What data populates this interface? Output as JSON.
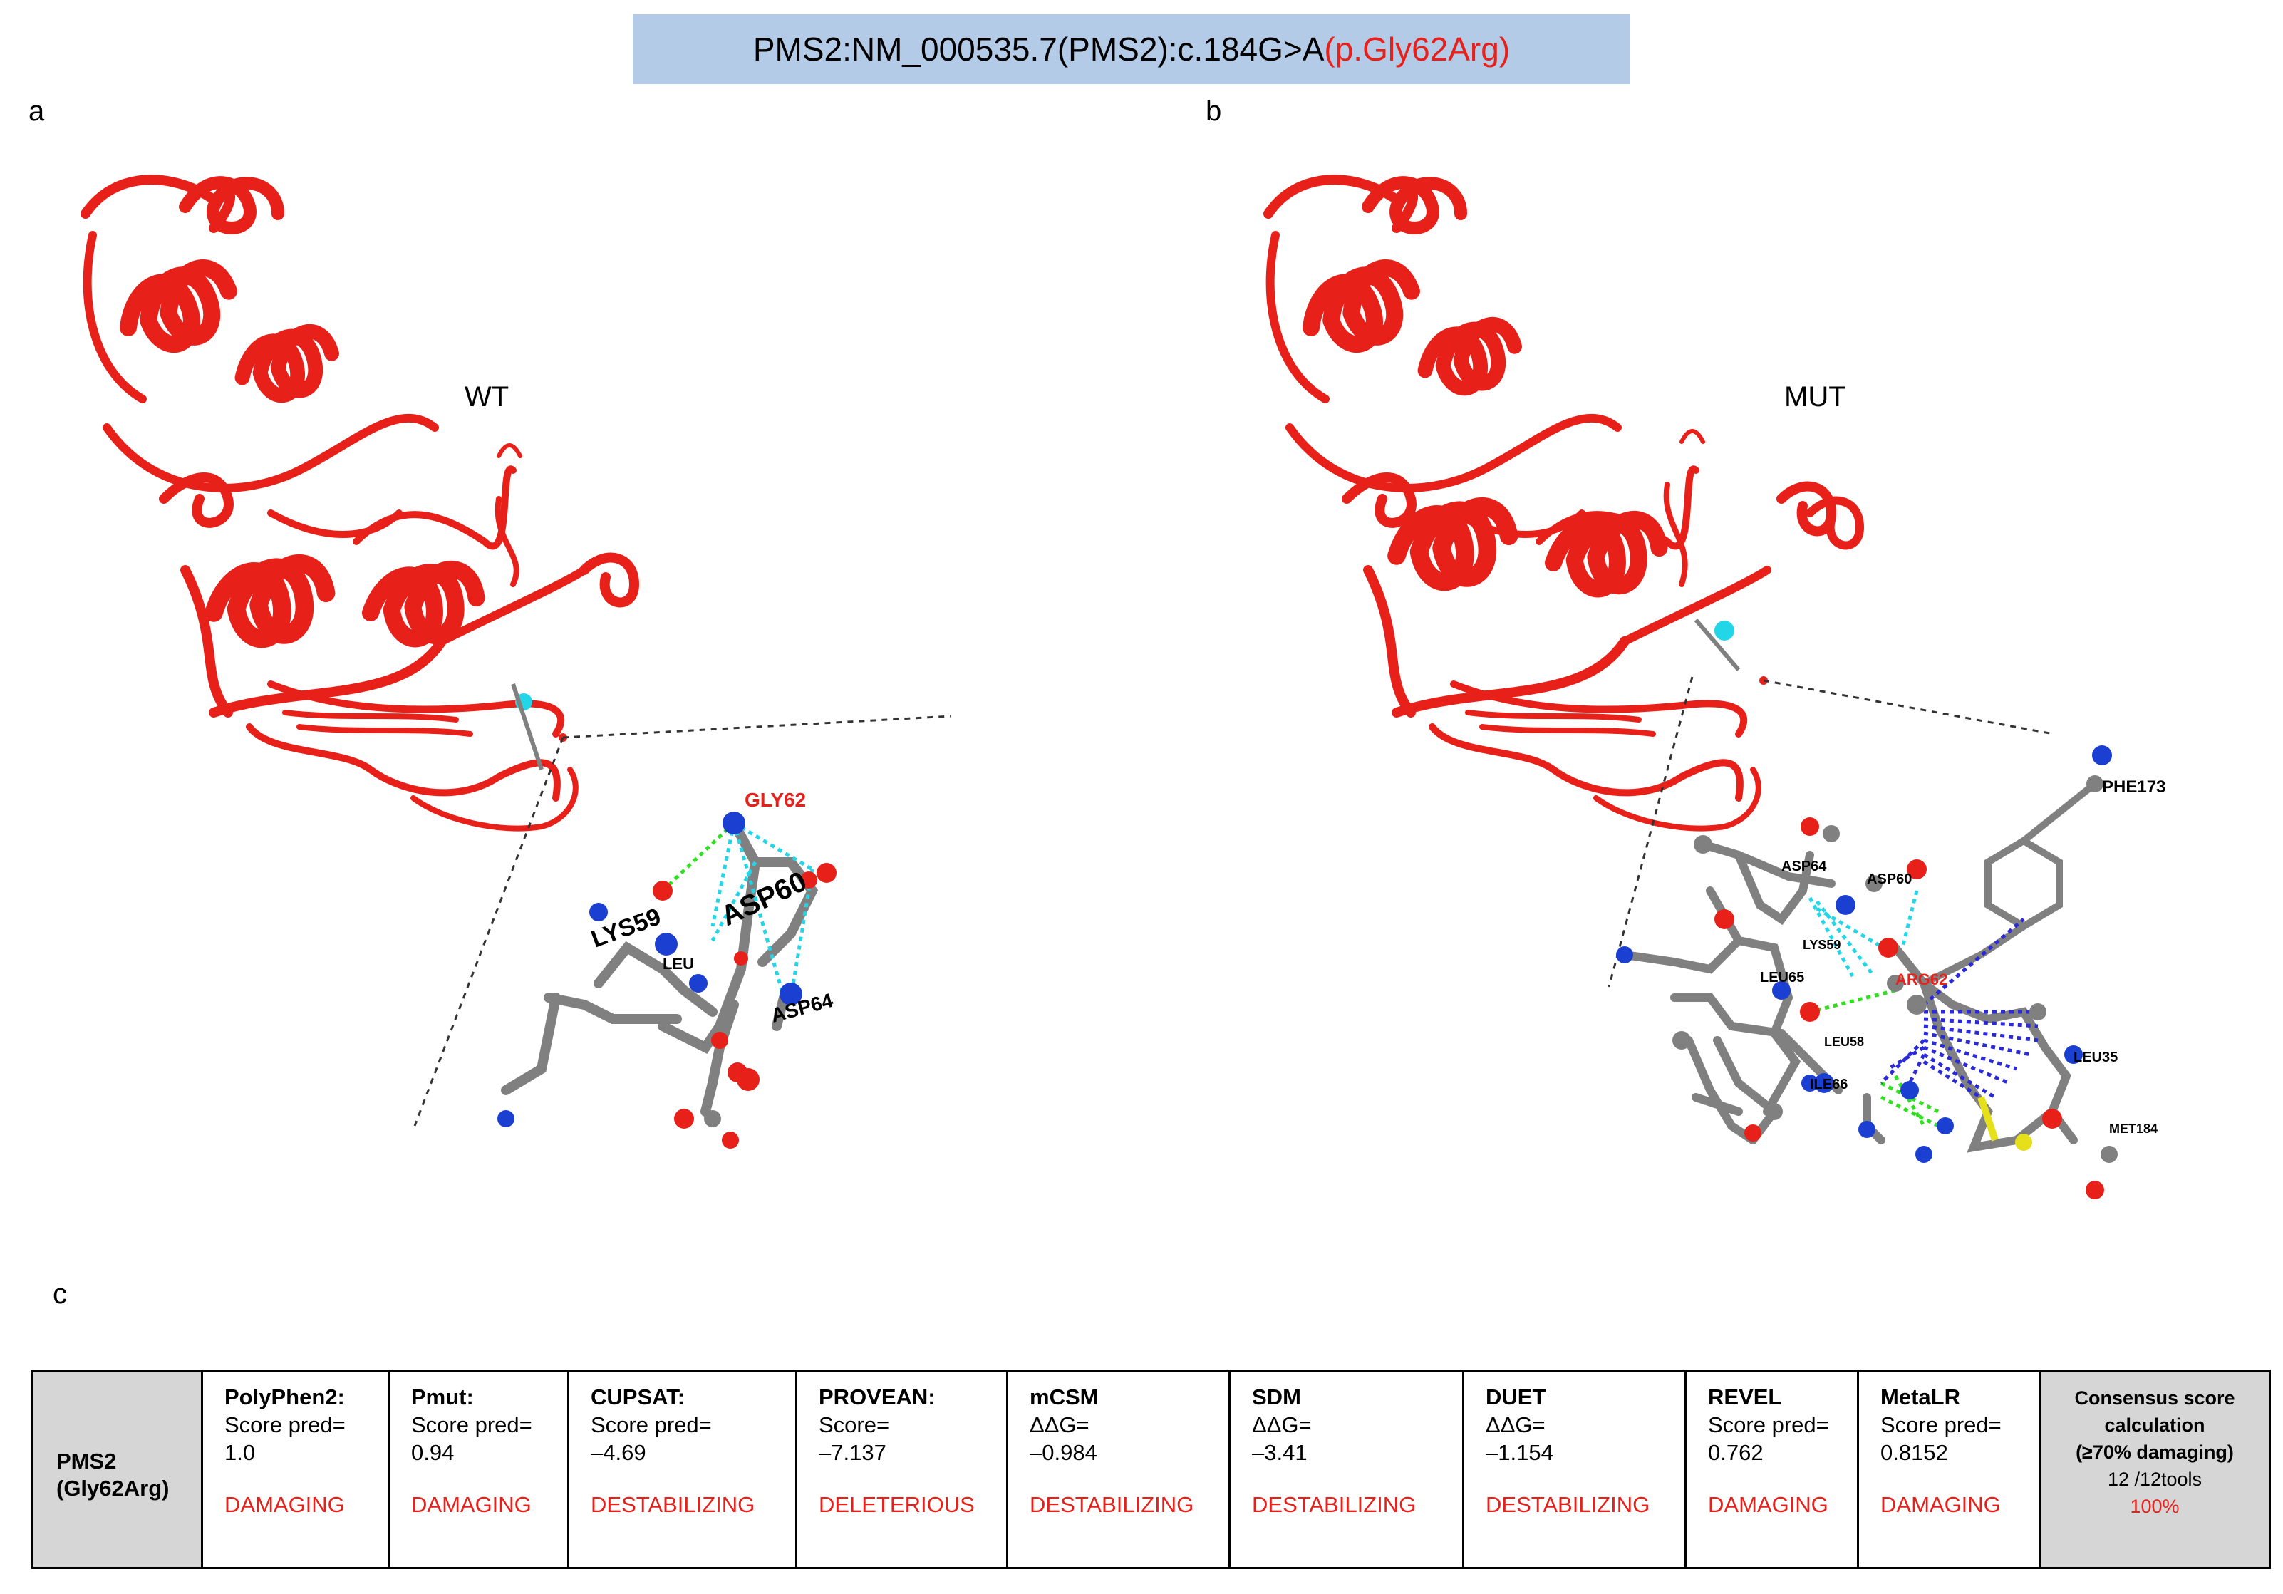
{
  "header": {
    "title_main": "PMS2:NM_000535.7(PMS2):c.184G>A",
    "title_red": "(p.Gly62Arg)"
  },
  "panels": {
    "a": {
      "letter": "a",
      "state_label": "WT",
      "residues": [
        "GLY62",
        "LYS59",
        "ASP60",
        "LEU",
        "ASP64"
      ]
    },
    "b": {
      "letter": "b",
      "state_label": "MUT",
      "residues": [
        "PHE173",
        "ASP64",
        "ASP60",
        "LYS59",
        "ARG62",
        "LEU65",
        "LEU58",
        "ILE66",
        "LEU35",
        "MET184"
      ]
    },
    "c": {
      "letter": "c"
    }
  },
  "table": {
    "gene_line1": "PMS2",
    "gene_line2": "(Gly62Arg)",
    "tools": [
      {
        "name": "PolyPhen2:",
        "score": "Score pred=\n1.0",
        "prediction": "DAMAGING"
      },
      {
        "name": "Pmut:",
        "score": "Score pred=\n0.94",
        "prediction": "DAMAGING"
      },
      {
        "name": "CUPSAT:",
        "score": "Score pred=\n–4.69",
        "prediction": "DESTABILIZING"
      },
      {
        "name": "PROVEAN:",
        "score": "Score=\n–7.137",
        "prediction": "DELETERIOUS"
      },
      {
        "name": "mCSM",
        "score": "ΔΔG=\n–0.984",
        "prediction": "DESTABILIZING"
      },
      {
        "name": "SDM",
        "score": " ΔΔG=\n–3.41",
        "prediction": "DESTABILIZING"
      },
      {
        "name": "DUET",
        "score": "ΔΔG=\n–1.154",
        "prediction": "DESTABILIZING"
      },
      {
        "name": "REVEL",
        "score": "Score pred=\n0.762",
        "prediction": "DAMAGING"
      },
      {
        "name": "MetaLR",
        "score": "Score pred=\n0.8152",
        "prediction": "DAMAGING"
      }
    ],
    "consensus": {
      "line1": "Consensus score",
      "line2": "calculation",
      "line3": "(≥70% damaging)",
      "count": "12 /12tools",
      "percent": "100%"
    }
  },
  "colors": {
    "ribbon": "#e8201a",
    "carbon": "#808080",
    "nitrogen": "#1b3fd0",
    "oxygen": "#e8201a",
    "sulfur": "#e5e01a",
    "hbond": "#2ee01e",
    "contact_cyan": "#22d6e8",
    "contact_blue": "#2a2ad8",
    "title_bg": "#b4cbe8"
  }
}
